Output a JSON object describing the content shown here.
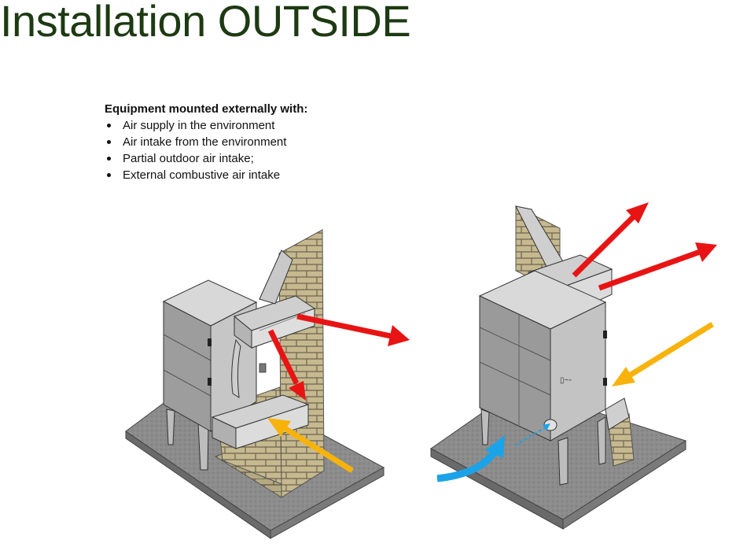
{
  "title": "Installation OUTSIDE",
  "equipment": {
    "heading": "Equipment mounted externally with:",
    "items": [
      "Air supply in the environment",
      "Air intake from the environment",
      "Partial outdoor air intake;",
      "External combustive air intake"
    ]
  },
  "colors": {
    "title": "#1d3a12",
    "supply_arrow": "#e81414",
    "return_arrow": "#f7b30c",
    "combustive_arrow": "#1aa3e8",
    "brick": "#c7b98f",
    "unit": "#c9c9c9",
    "floor": "#8a8a8a"
  }
}
